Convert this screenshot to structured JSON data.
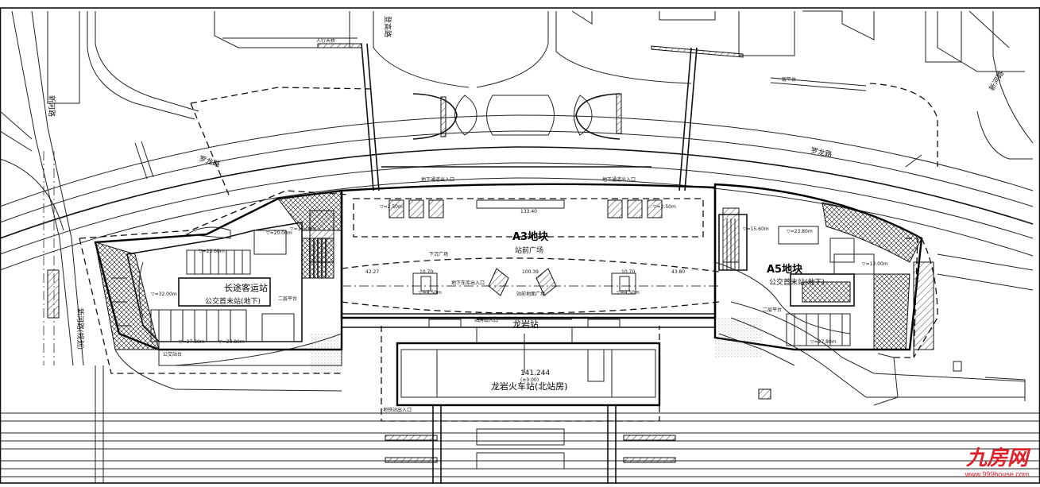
{
  "roads": {
    "north_road": "罗龙路",
    "north_road_right": "罗龙路",
    "west_road": "新河路",
    "west_road_lower": "新河路(规划)",
    "east_road": "新河路",
    "central_north": "登高路"
  },
  "blocks": {
    "a3_title": "A3地块",
    "a3_subtitle": "站前广场",
    "a5_title": "A5地块",
    "a5_subtitle": "公交首末站(地下)",
    "a1_title": "长途客运站",
    "a1_subtitle": "公交首末站(地下)"
  },
  "stations": {
    "metro": "龙岩站",
    "railway": "龙岩火车站(北站房)",
    "railway_elevation": "141.244",
    "railway_elevation_sub": "(±0.00)"
  },
  "elevations": {
    "e1": "▽=32.00m",
    "e2": "▽=20.00m",
    "e3": "▽=27.80m",
    "e4": "▽=23.80m",
    "e5": "▽=23.60m",
    "e6": "▽=4.50m",
    "e7": "▽=4.50m",
    "e8": "▽=23.80m",
    "e9": "▽=27.80m",
    "e10": "▽=12.00m",
    "e11": "▽=2.50m",
    "e12": "▽=2.50m",
    "e13": "▽=16.10m",
    "e14": "▽=15.60m"
  },
  "dimensions": {
    "d1": "133.40",
    "d2": "10.70",
    "d3": "100.39",
    "d4": "10.70",
    "d5": "42.27",
    "d6": "43.80"
  },
  "notes": {
    "n1": "地下通道出入口",
    "n2": "地下通道出入口",
    "n3": "下沉广场",
    "n4": "二层平台",
    "n5": "二层平台",
    "n6": "站房出入口",
    "n7": "公交站台",
    "n8": "地下车库出入口",
    "n9": "人行天桥",
    "n10": "一层平台",
    "n11": "站前地面广场",
    "n12": "地铁站出入口"
  },
  "watermark": {
    "brand": "九房网",
    "url": "www.999house.com"
  },
  "colors": {
    "line": "#111111",
    "watermark": "#e0202a",
    "background": "#ffffff"
  }
}
